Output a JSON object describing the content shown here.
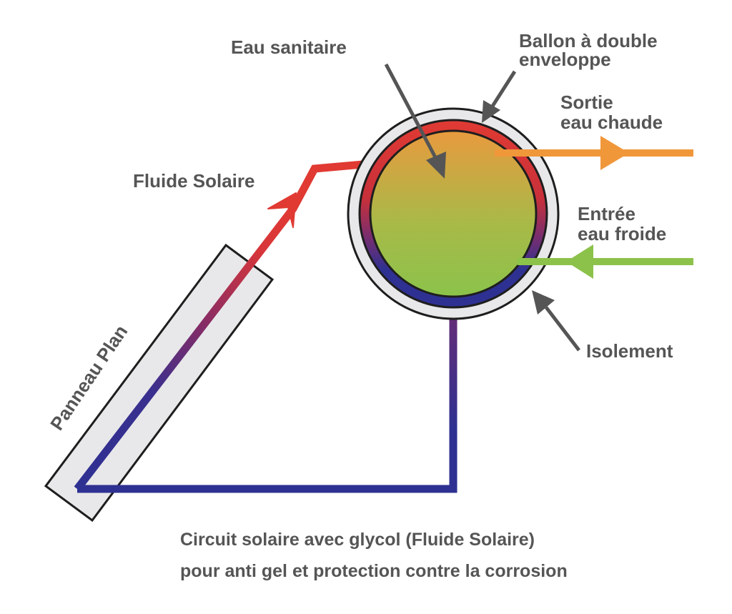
{
  "labels": {
    "eau_sanitaire": "Eau sanitaire",
    "ballon_line1": "Ballon à double",
    "ballon_line2": "enveloppe",
    "sortie_line1": "Sortie",
    "sortie_line2": "eau chaude",
    "entree_line1": "Entrée",
    "entree_line2": "eau froide",
    "isolement": "Isolement",
    "fluide_solaire": "Fluide Solaire",
    "panneau_plan": "Panneau Plan"
  },
  "caption": {
    "line1": "Circuit solaire avec glycol (Fluide Solaire)",
    "line2": "pour anti gel et protection contre la corrosion"
  },
  "colors": {
    "hot": "#e03a33",
    "cold": "#2e3192",
    "hot_water": "#f0973a",
    "cold_water": "#8cc24a",
    "tank_top": "#e89a3e",
    "tank_bottom": "#8bc34a",
    "insulation": "#e8e8ea",
    "outline": "#1e1e1e",
    "pointer": "#555555"
  }
}
